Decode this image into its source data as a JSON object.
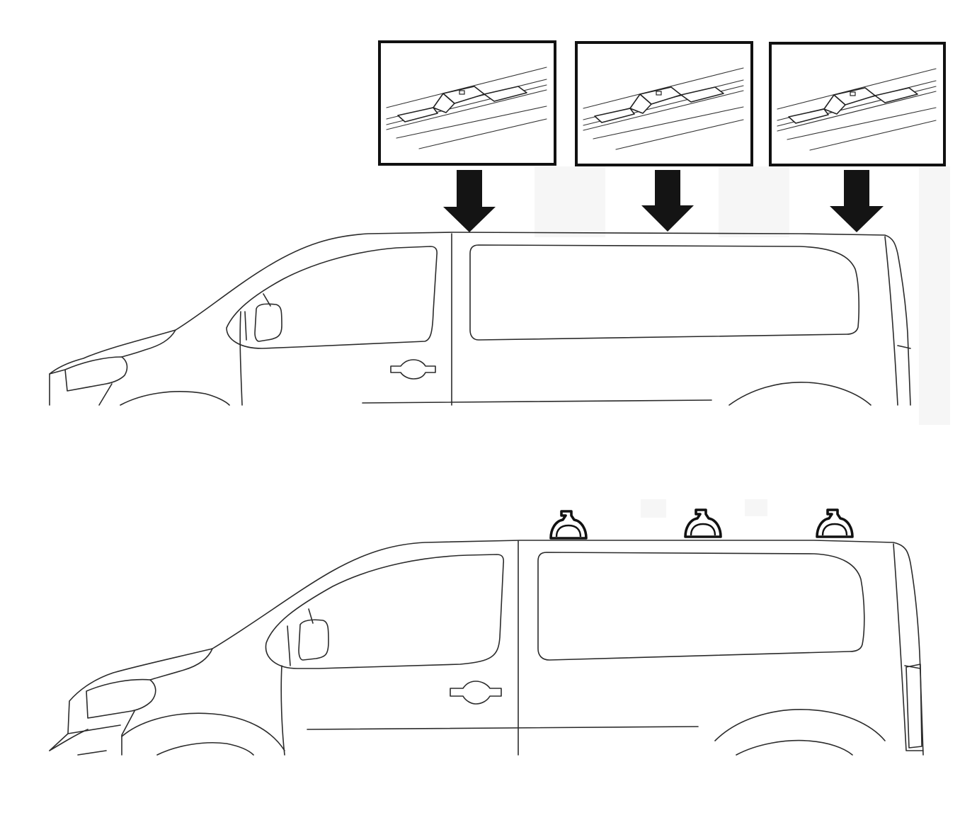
{
  "diagram": {
    "subject": "van-roof-rack-mounting",
    "colors": {
      "line": "#2b2b2b",
      "frame": "#111111",
      "arrow": "#141414",
      "background": "#ffffff"
    },
    "detail_panels": [
      {
        "id": "panel-1",
        "depicts": "roof-rail-mounting-plate"
      },
      {
        "id": "panel-2",
        "depicts": "roof-rail-mounting-plate"
      },
      {
        "id": "panel-3",
        "depicts": "roof-rail-mounting-plate"
      }
    ],
    "arrows_count": 3,
    "brackets_count": 3
  }
}
